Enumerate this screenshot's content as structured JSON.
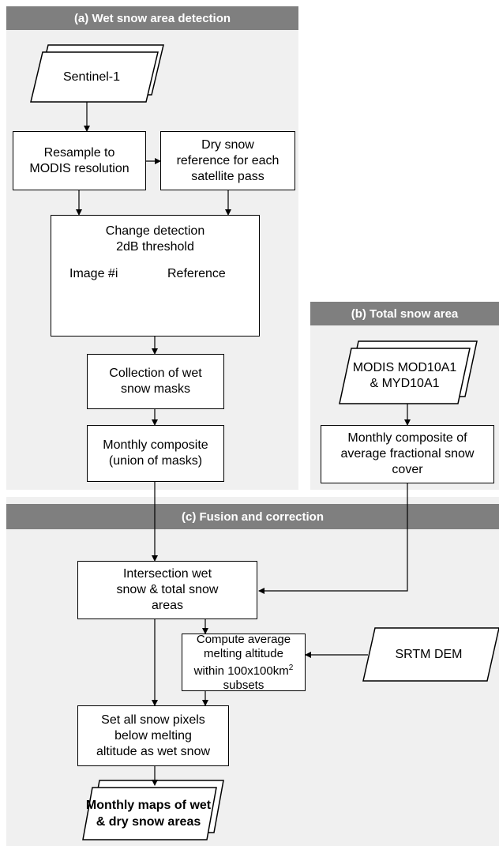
{
  "panels": {
    "a": {
      "title": "(a) Wet snow area detection"
    },
    "b": {
      "title": "(b) Total snow area"
    },
    "c": {
      "title": "(c) Fusion and correction"
    }
  },
  "nodes": {
    "sentinel": "Sentinel-1",
    "resample": [
      "Resample to",
      "MODIS resolution"
    ],
    "dry_ref": [
      "Dry snow",
      "reference for each",
      "satellite pass"
    ],
    "change_det": [
      "Change detection",
      "2dB threshold"
    ],
    "image_i": "Image #i",
    "reference": "Reference",
    "collection": [
      "Collection of wet",
      "snow masks"
    ],
    "monthly_comp": [
      "Monthly composite",
      "(union of masks)"
    ],
    "modis": [
      "MODIS",
      "MOD10A1 &",
      "MYD10A1"
    ],
    "monthly_frac": [
      "Monthly composite of",
      "average fractional snow",
      "cover"
    ],
    "intersection": [
      "Intersection wet",
      "snow & total snow",
      "areas"
    ],
    "compute_alt": [
      "Compute average",
      "melting altitude",
      "within 100x100km",
      "2",
      "subsets"
    ],
    "srtm": "SRTM DEM",
    "set_pixels": [
      "Set all snow pixels",
      "below melting",
      "altitude as wet snow"
    ],
    "monthly_maps": [
      "Monthly maps",
      "of wet & dry",
      "snow areas"
    ]
  }
}
